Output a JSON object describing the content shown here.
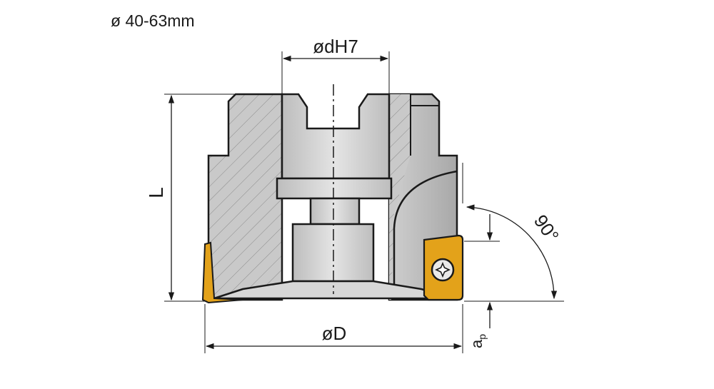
{
  "title": "ø 40-63mm",
  "labels": {
    "bore": "ødH7",
    "length": "L",
    "diameter": "øD",
    "angle": "90°",
    "depth_main": "a",
    "depth_sub": "p"
  },
  "colors": {
    "body": "#c9c9c9",
    "bore": "#d9d9d9",
    "insert": "#e3a21a",
    "outline": "#1a1a1a",
    "hatch": "#7a7a7a"
  }
}
